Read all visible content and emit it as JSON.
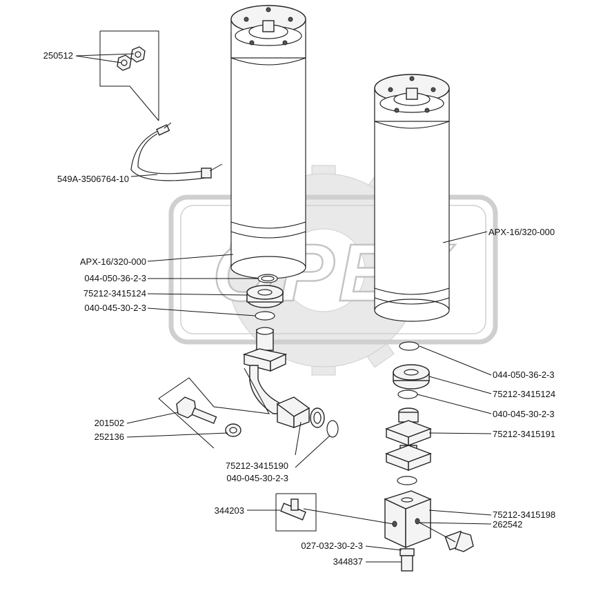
{
  "watermark": {
    "text": "OPEX"
  },
  "labels": {
    "nut": "250512",
    "clamp": "549A-3506764-10",
    "cyl_left": "APX-16/320-000",
    "oring_left_top": "044-050-36-2-3",
    "flange_left": "75212-3415124",
    "oring_left_bottom": "040-045-30-2-3",
    "bolt": "201502",
    "washer": "252136",
    "elbow": "75212-3415190",
    "oring_elbow": "040-045-30-2-3",
    "tee": "344203",
    "oring_block": "027-032-30-2-3",
    "fitting": "344837",
    "cyl_right": "APX-16/320-000",
    "oring_right_top": "044-050-36-2-3",
    "flange_right": "75212-3415124",
    "oring_right_mid": "040-045-30-2-3",
    "adapter": "75212-3415191",
    "block": "75212-3415198",
    "plug": "262542"
  }
}
